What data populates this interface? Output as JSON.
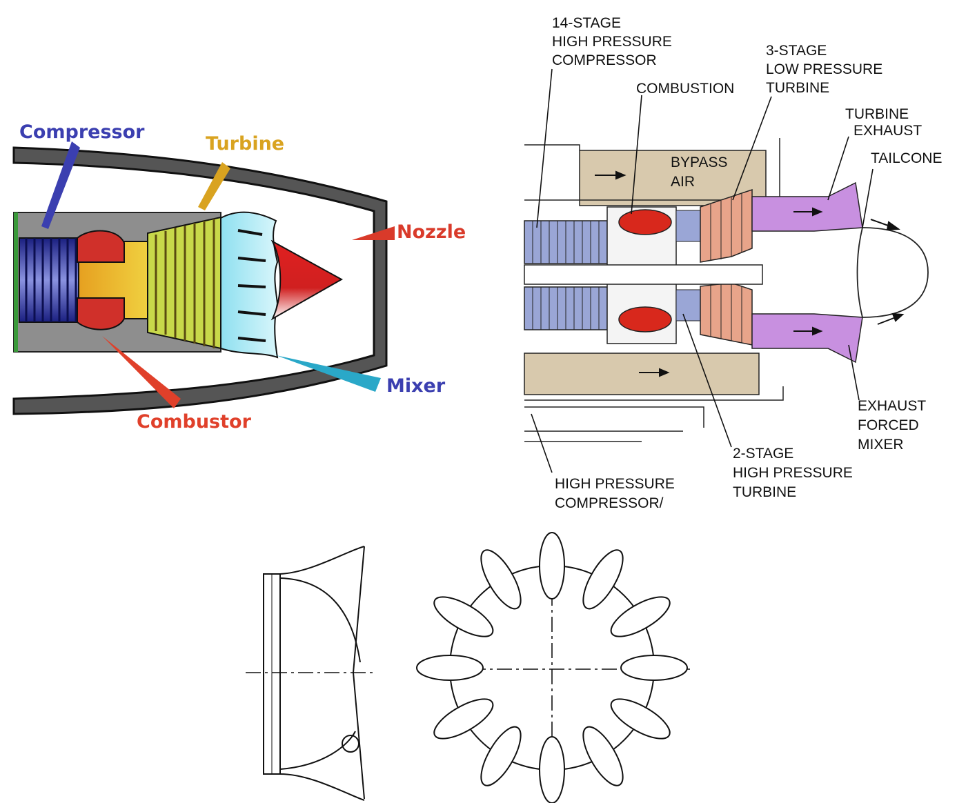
{
  "cartoon": {
    "labels": {
      "compressor": "Compressor",
      "turbine": "Turbine",
      "nozzle": "Nozzle",
      "mixer": "Mixer",
      "combustor": "Combustor"
    },
    "colors": {
      "compressor": "#3b3fb0",
      "turbine": "#d9a320",
      "nozzle": "#d93a2a",
      "mixer": "#2aa8c8",
      "combustor": "#e0402a"
    }
  },
  "cutaway": {
    "labels": {
      "hpc_title_1": "14-STAGE",
      "hpc_title_2": "HIGH PRESSURE",
      "hpc_title_3": "COMPRESSOR",
      "combustion": "COMBUSTION",
      "lpt_1": "3-STAGE",
      "lpt_2": "LOW PRESSURE",
      "lpt_3": "TURBINE",
      "turbine_exhaust_1": "TURBINE",
      "turbine_exhaust_2": "EXHAUST",
      "tailcone": "TAILCONE",
      "bypass_1": "BYPASS",
      "bypass_2": "AIR",
      "exhaust_mixer_1": "EXHAUST",
      "exhaust_mixer_2": "FORCED",
      "exhaust_mixer_3": "MIXER",
      "hpt_1": "2-STAGE",
      "hpt_2": "HIGH PRESSURE",
      "hpt_3": "TURBINE",
      "hpc_bottom_1": "HIGH PRESSURE",
      "hpc_bottom_2": "COMPRESSOR/"
    },
    "colors": {
      "bypass": "#d8c9ad",
      "combustor": "#d8281c",
      "turbine": "#e8a48a",
      "exhaust": "#c890e0",
      "compressor": "#9aa6d6"
    }
  },
  "mixer_drawing": {
    "lobe_count": 12
  }
}
